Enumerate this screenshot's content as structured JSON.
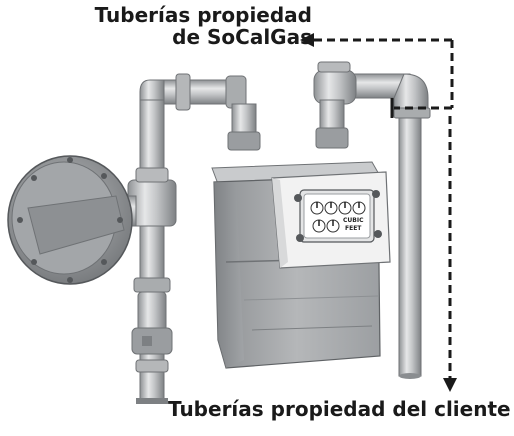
{
  "labels": {
    "utility_line1": "Tuberías propiedad",
    "utility_line2": "de SoCalGas",
    "customer": "Tuberías propiedad del cliente"
  },
  "meter_face": {
    "unit_line1": "CUBIC",
    "unit_line2": "FEET"
  },
  "colors": {
    "pipe": "#c4c6c8",
    "pipe_dark": "#8a8d90",
    "meter_body": "#a9acae",
    "meter_dark": "#7d8083",
    "regulator": "#9a9da0",
    "dash_line": "#1a1a1a",
    "text": "#1a1a1a"
  }
}
